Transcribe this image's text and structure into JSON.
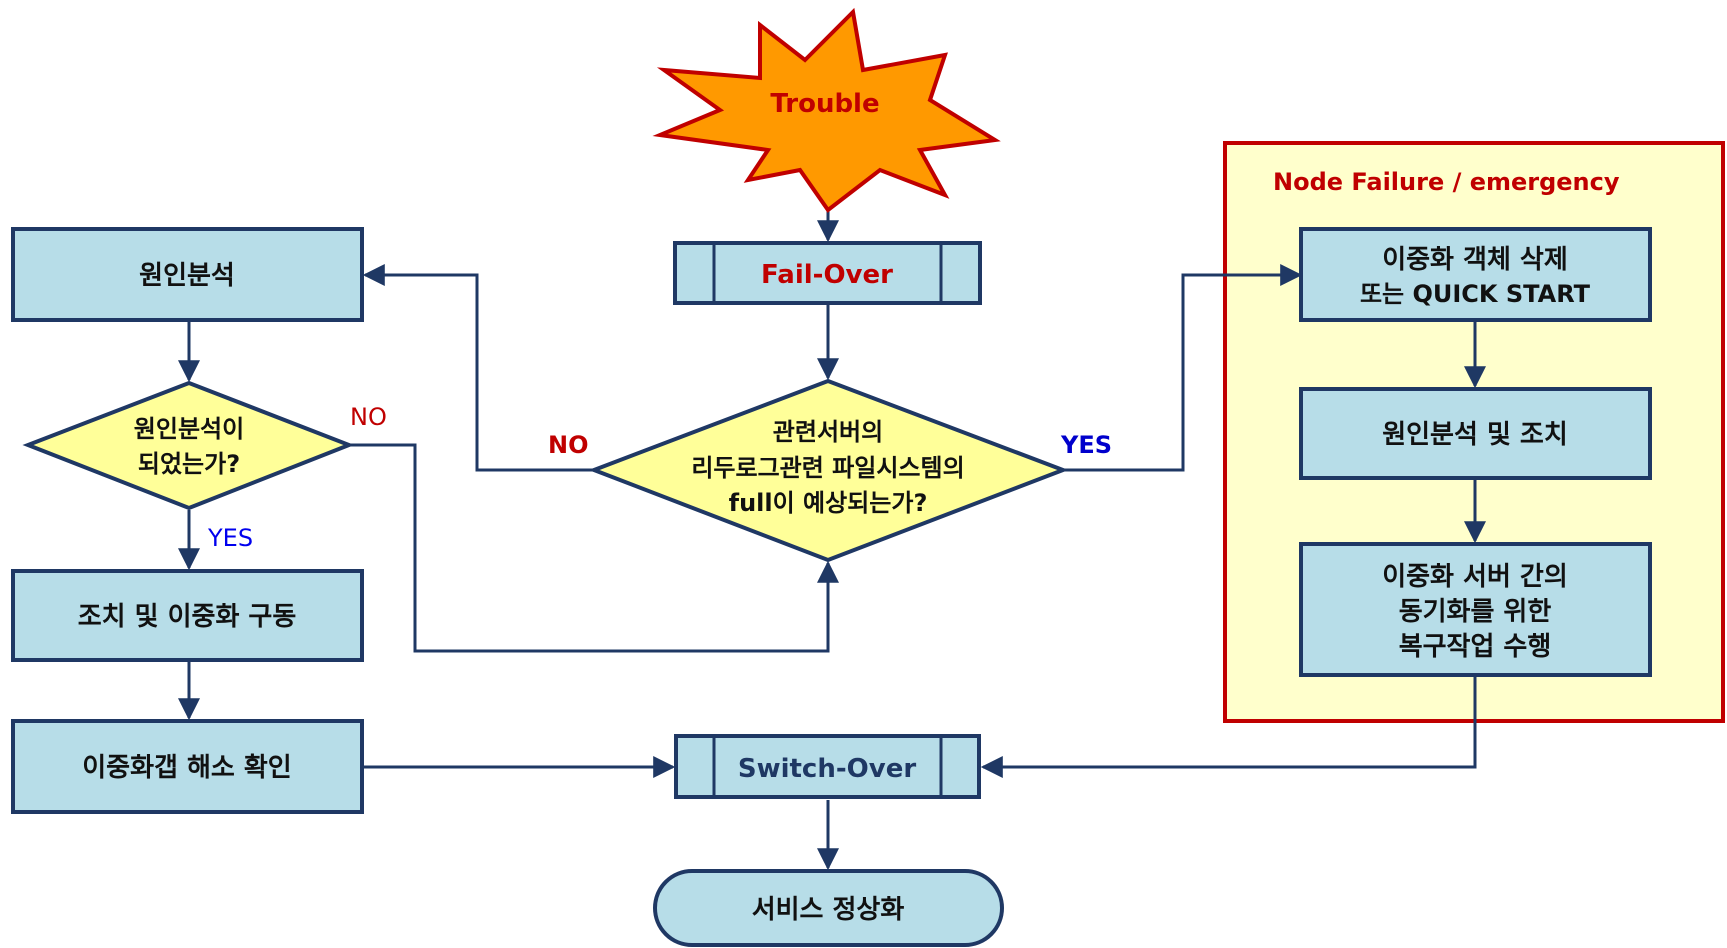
{
  "start": {
    "label": "Trouble"
  },
  "failover": {
    "label": "Fail-Over"
  },
  "decision_main": {
    "line1": "관련서버의",
    "line2": "리두로그관련 파일시스템의",
    "line3": "full이 예상되는가?"
  },
  "main_no": "NO",
  "main_yes": "YES",
  "left": {
    "analysis": "원인분석",
    "decision_line1": "원인분석이",
    "decision_line2": "되었는가?",
    "no": "NO",
    "yes": "YES",
    "action": "조치 및 이중화 구동",
    "gap_check": "이중화갭 해소 확인"
  },
  "emergency": {
    "title": "Node Failure / emergency",
    "step1_line1": "이중화 객체 삭제",
    "step1_line2": "또는 QUICK START",
    "step2": "원인분석 및 조치",
    "step3_line1": "이중화 서버 간의",
    "step3_line2": "동기화를 위한",
    "step3_line3": "복구작업 수행"
  },
  "switchover": {
    "label": "Switch-Over"
  },
  "end": {
    "label": "서비스 정상화"
  },
  "colors": {
    "box_fill": "#b7dde8",
    "box_stroke": "#1f3864",
    "decision_fill": "#ffff99",
    "starburst_fill": "#ff9900",
    "starburst_stroke": "#c00000",
    "panel_fill": "#ffffcc",
    "panel_stroke": "#c00000",
    "connector": "#1f3864"
  }
}
